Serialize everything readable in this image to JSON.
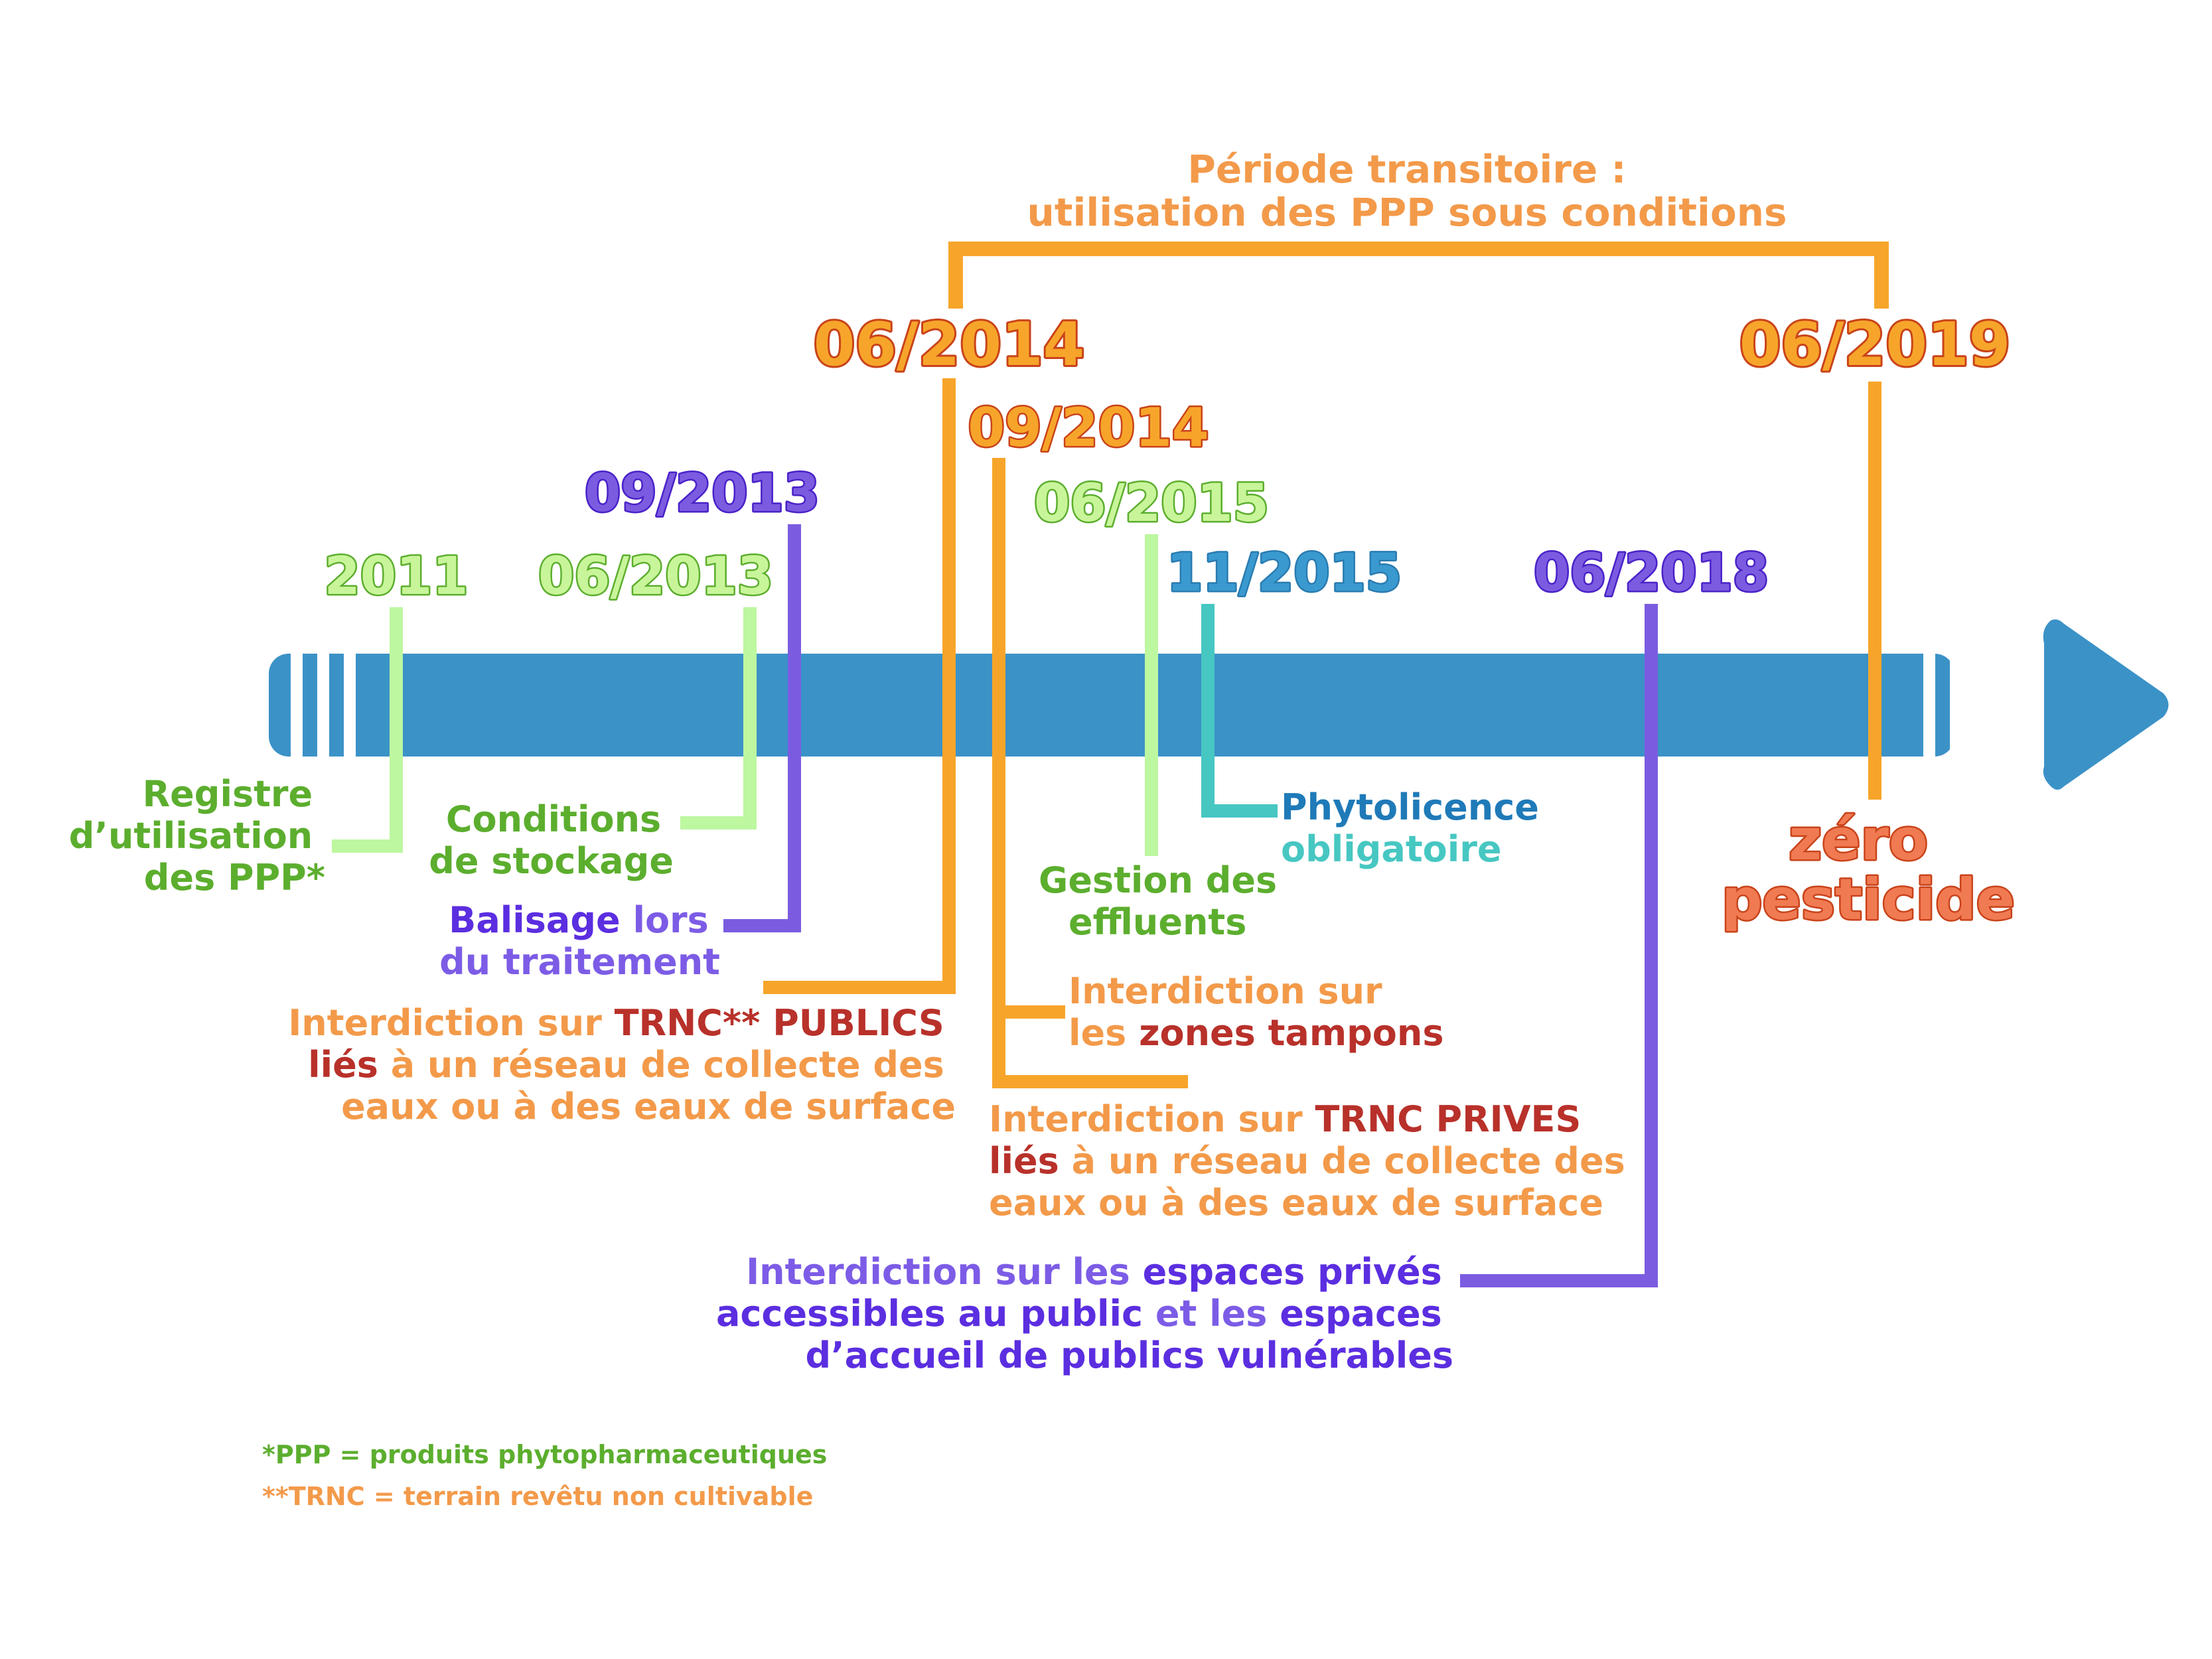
{
  "colors": {
    "axis": "#3b92c7",
    "green_line": "#bdf7a0",
    "green_text": "#5cae2e",
    "green_date_fill": "#c9f59a",
    "purple_line": "#7b5ce0",
    "purple_text": "#5b2ee0",
    "purple_light": "#7c5ce6",
    "orange_line": "#f7a52a",
    "orange_text": "#f39a4a",
    "orange_date_fill": "#f7a52a",
    "orange_date_stroke": "#c9431a",
    "red_text": "#b8312a",
    "teal_line": "#47c7c2",
    "teal_text": "#47c7c2",
    "blue_text": "#1f7ab8",
    "blue_date_fill": "#3a9ad0"
  },
  "transition": {
    "line1": "Période transitoire :",
    "line2": "utilisation des PPP sous conditions"
  },
  "dates": {
    "d2011": "2011",
    "d0613": "06/2013",
    "d0913": "09/2013",
    "d0614": "06/2014",
    "d0914": "09/2014",
    "d0615": "06/2015",
    "d1115": "11/2015",
    "d0618": "06/2018",
    "d0619": "06/2019"
  },
  "labels": {
    "registre": [
      "Registre",
      "d’utilisation",
      "des PPP*"
    ],
    "conditions": [
      "Conditions",
      "de stockage"
    ],
    "balisage": {
      "bold": "Balisage",
      "rest": " lors",
      "line2": "du traitement"
    },
    "trnc_publics": {
      "l1_a": "Interdiction sur ",
      "l1_b": "TRNC** PUBLICS",
      "l2_a": "liés",
      "l2_b": " à un réseau de collecte des",
      "l3": "eaux ou à des eaux de surface"
    },
    "zones": {
      "l1": "Interdiction sur",
      "l2_a": "les ",
      "l2_b": "zones tampons"
    },
    "trnc_prives": {
      "l1_a": "Interdiction sur ",
      "l1_b": "TRNC PRIVES",
      "l2_a": "liés",
      "l2_b": " à un réseau de collecte des",
      "l3": "eaux ou à des eaux de surface"
    },
    "effluents": [
      "Gestion des",
      "effluents"
    ],
    "phyto": [
      "Phytolicence",
      "obligatoire"
    ],
    "espaces": {
      "l1_a": "Interdiction sur les ",
      "l1_b": "espaces privés",
      "l2_a": "accessibles au public",
      "l2_b": " et les ",
      "l2_c": "espaces",
      "l3": "d’accueil de publics vulnérables"
    },
    "zero": [
      "zéro",
      "pesticide"
    ]
  },
  "footnotes": {
    "ppp": "*PPP = produits phytopharmaceutiques",
    "trnc": "**TRNC = terrain revêtu non cultivable"
  }
}
